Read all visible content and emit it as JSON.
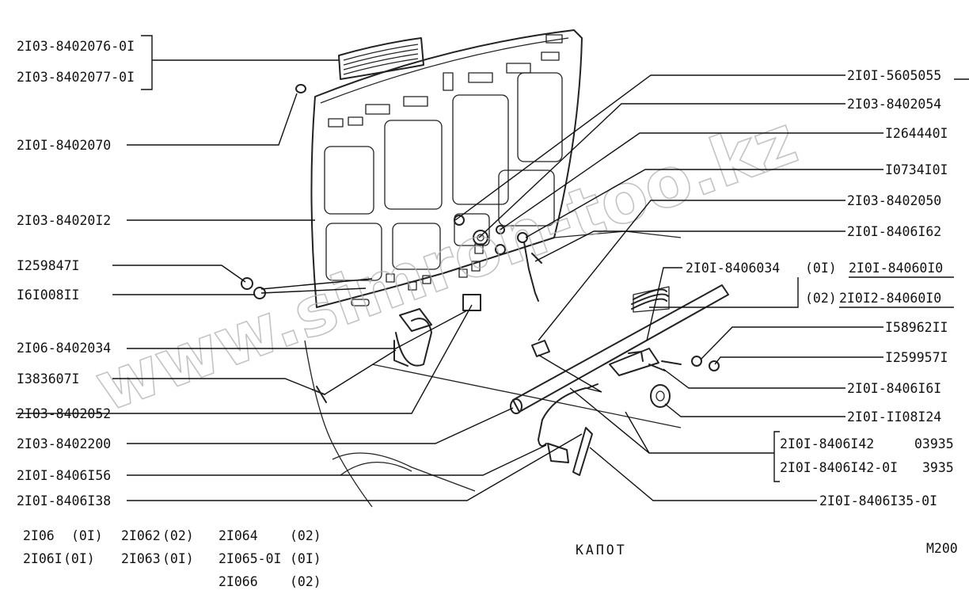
{
  "title": "КАПОТ",
  "sheet": "M200",
  "watermark": "www.simron-too.kz",
  "labels": {
    "p2103_8402076": "2I03-8402076-0I",
    "p2103_8402077": "2I03-8402077-0I",
    "p2101_8402070": "2I0I-8402070",
    "p2103_8402012": "2I03-84020I2",
    "p1259847": "I259847I",
    "p1610081": "I6I008II",
    "p2106_8402034": "2I06-8402034",
    "p1383607": "I383607I",
    "p2103_8402052": "2I03-8402052",
    "p2103_8402200": "2I03-8402200",
    "p2101_8406156": "2I0I-8406I56",
    "p2101_8406138": "2I0I-8406I38",
    "p2101_5605055": "2I0I-5605055",
    "p2103_8402054": "2I03-8402054",
    "p1264440": "I264440I",
    "p1073410": "I0734I0I",
    "p2103_8402050": "2I03-8402050",
    "p2101_8406162": "2I0I-8406I62",
    "p2101_8406034": "2I0I-8406034",
    "opt01": "(0I)",
    "p2101_8406010": "2I0I-84060I0",
    "opt02": "(02)",
    "p2112_8406010": "2I0I2-84060I0",
    "p1589621": "I58962II",
    "p1259957": "I259957I",
    "p2101_8406161": "2I0I-8406I6I",
    "p2101_1108124": "2I0I-II08I24",
    "p2101_8406142": "2I0I-8406I42",
    "code03935": "03935",
    "p2101_8406142_01": "2I0I-8406I42-0I",
    "code3935": "3935",
    "p2101_8406135": "2I0I-8406I35-0I"
  },
  "models": [
    {
      "name": "2I06",
      "variant": "(0I)"
    },
    {
      "name": "2I06I",
      "variant": "(0I)"
    },
    {
      "name": "2I062",
      "variant": "(02)"
    },
    {
      "name": "2I063",
      "variant": "(0I)"
    },
    {
      "name": "2I064",
      "variant": "(02)"
    },
    {
      "name": "2I065-0I",
      "variant": "(0I)"
    },
    {
      "name": "2I066",
      "variant": "(02)"
    }
  ]
}
